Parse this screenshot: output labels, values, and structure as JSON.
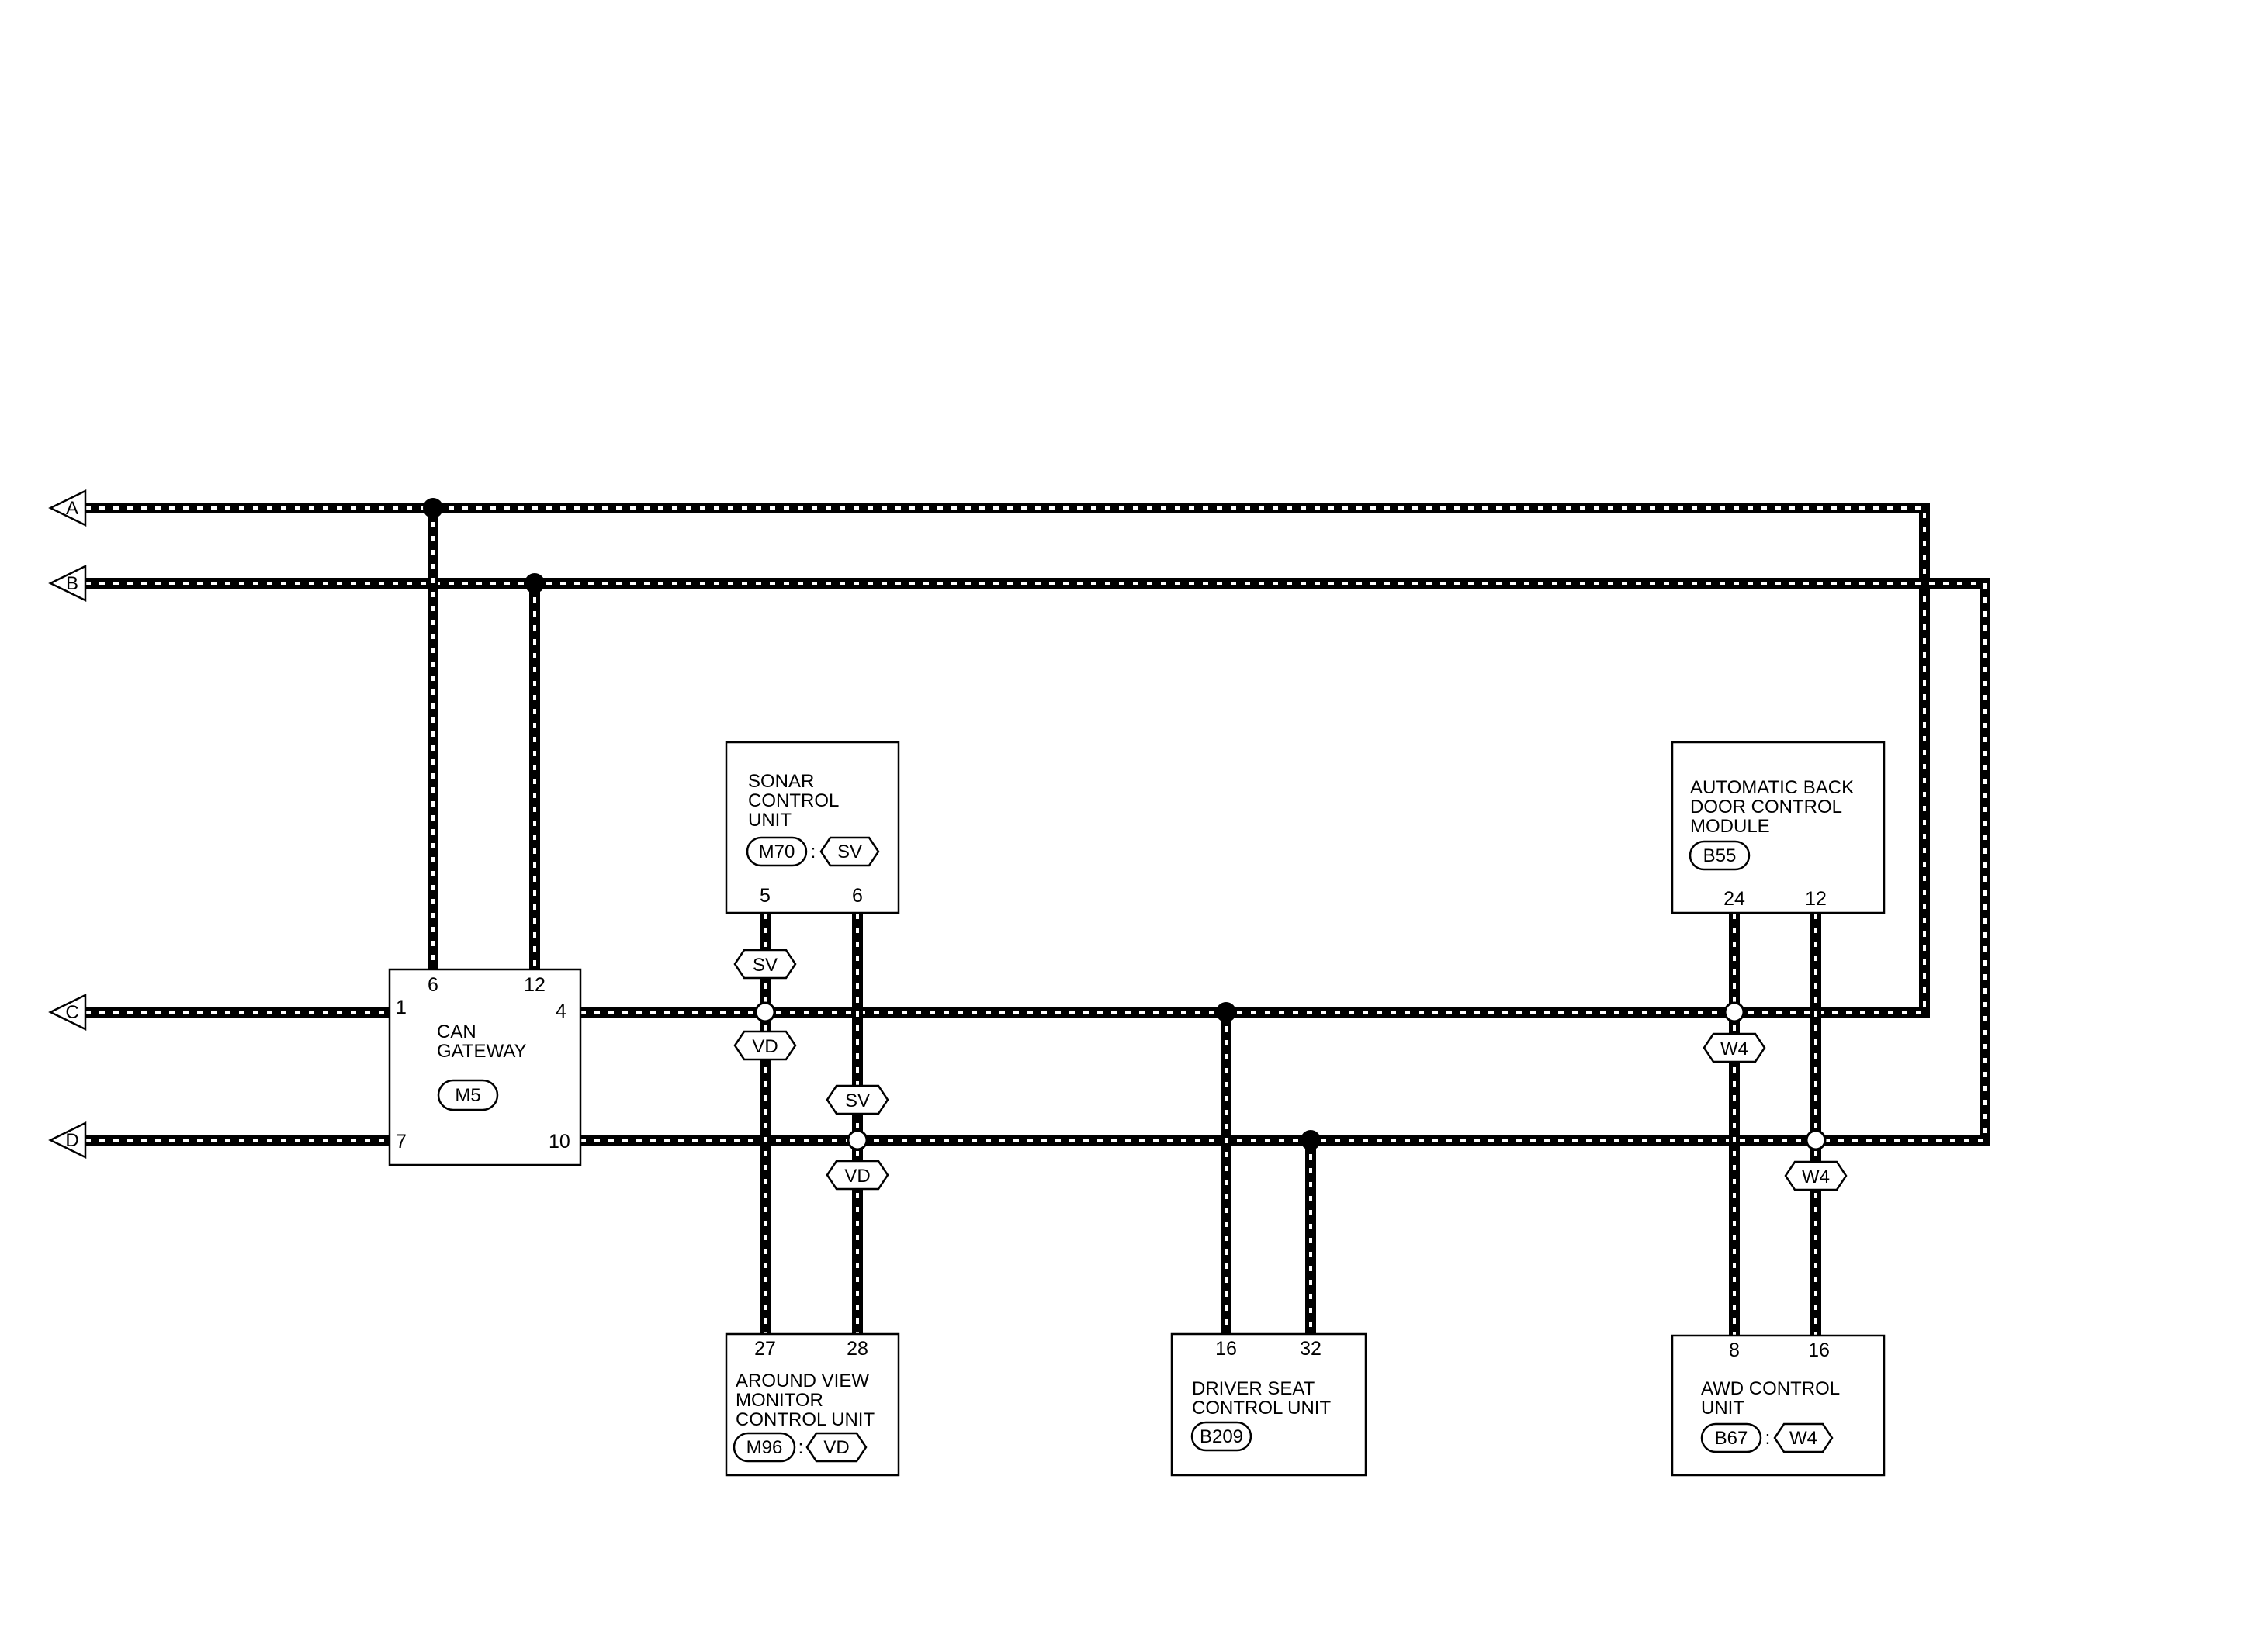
{
  "connectors_edge": [
    "A",
    "B",
    "C",
    "D"
  ],
  "modules": {
    "can_gateway": {
      "lines": [
        "CAN",
        "GATEWAY"
      ],
      "connector": "M5",
      "pins": [
        "6",
        "12",
        "1",
        "4",
        "7",
        "10"
      ]
    },
    "sonar": {
      "lines": [
        "SONAR",
        "CONTROL",
        "UNIT"
      ],
      "connector": "M70",
      "harness": "SV",
      "pins": [
        "5",
        "6"
      ]
    },
    "around_view": {
      "lines": [
        "AROUND VIEW",
        "MONITOR",
        "CONTROL UNIT"
      ],
      "connector": "M96",
      "harness": "VD",
      "pins": [
        "27",
        "28"
      ]
    },
    "driver_seat": {
      "lines": [
        "DRIVER SEAT",
        "CONTROL UNIT"
      ],
      "connector": "B209",
      "pins": [
        "16",
        "32"
      ]
    },
    "back_door": {
      "lines": [
        "AUTOMATIC BACK",
        "DOOR CONTROL",
        "MODULE"
      ],
      "connector": "B55",
      "pins": [
        "24",
        "12"
      ]
    },
    "awd": {
      "lines": [
        "AWD CONTROL",
        "UNIT"
      ],
      "connector": "B67",
      "harness": "W4",
      "pins": [
        "8",
        "16"
      ]
    }
  },
  "harness_tags": {
    "sv": "SV",
    "vd": "VD",
    "w4": "W4"
  },
  "separator": ":"
}
